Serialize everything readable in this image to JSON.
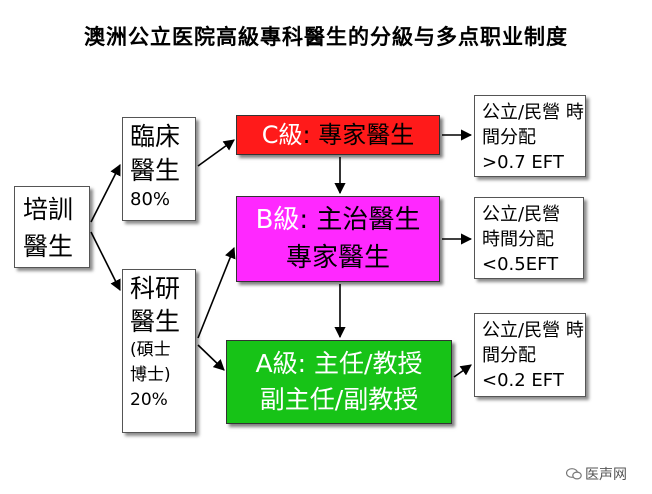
{
  "title": "澳洲公立医院高級專科醫生的分級与多点职业制度",
  "training": {
    "line1": "培訓",
    "line2": "醫生"
  },
  "clinical": {
    "line1": "臨床",
    "line2": "醫生",
    "percent": "80%"
  },
  "research": {
    "line1": "科研",
    "line2": "醫生",
    "line3": "(碩士",
    "line4": "博士)",
    "percent": "20%"
  },
  "grades": {
    "c": {
      "tag": "C級",
      "line1_rest": ": 專家醫生"
    },
    "b": {
      "tag": "B級",
      "line1_rest": ": 主治醫生",
      "line2": "專家醫生"
    },
    "a": {
      "line1": "A級: 主任/教授",
      "line2": "副主任/副教授"
    }
  },
  "side": {
    "c": {
      "line1": "公立/民營",
      "line2": "時間分配",
      "line3": ">0.7 EFT"
    },
    "b": {
      "line1": "公立/民營",
      "line2": "時間分配",
      "line3": "<0.5EFT"
    },
    "a": {
      "line1": "公立/民營",
      "line2": "時間分配",
      "line3": "<0.2 EFT"
    }
  },
  "watermark": {
    "text": "医声网"
  },
  "colors": {
    "grade_c": "#ff1a1a",
    "grade_b": "#ff28ff",
    "grade_a": "#17c317"
  }
}
